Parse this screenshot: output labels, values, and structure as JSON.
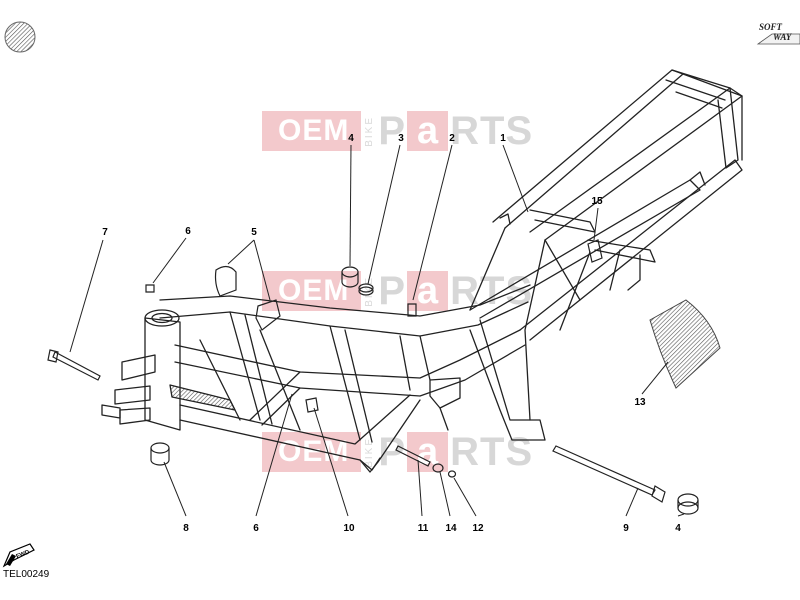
{
  "diagram": {
    "labels": [
      {
        "id": "1",
        "text": "1"
      },
      {
        "id": "2",
        "text": "2"
      },
      {
        "id": "3",
        "text": "3"
      },
      {
        "id": "4a",
        "text": "4"
      },
      {
        "id": "5",
        "text": "5"
      },
      {
        "id": "6a",
        "text": "6"
      },
      {
        "id": "7",
        "text": "7"
      },
      {
        "id": "8",
        "text": "8"
      },
      {
        "id": "6b",
        "text": "6"
      },
      {
        "id": "10",
        "text": "10"
      },
      {
        "id": "11",
        "text": "11"
      },
      {
        "id": "14",
        "text": "14"
      },
      {
        "id": "12",
        "text": "12"
      },
      {
        "id": "9",
        "text": "9"
      },
      {
        "id": "4b",
        "text": "4"
      },
      {
        "id": "13",
        "text": "13"
      },
      {
        "id": "15",
        "text": "15"
      }
    ],
    "drawing_code": "TEL00249",
    "fwd_label": "FWD",
    "brand": {
      "line1": "SOFT",
      "line2": "WAY"
    }
  },
  "watermark": {
    "oem": "OEM",
    "bike": "BIKE",
    "p": "P",
    "a": "a",
    "rts": "RTS"
  }
}
